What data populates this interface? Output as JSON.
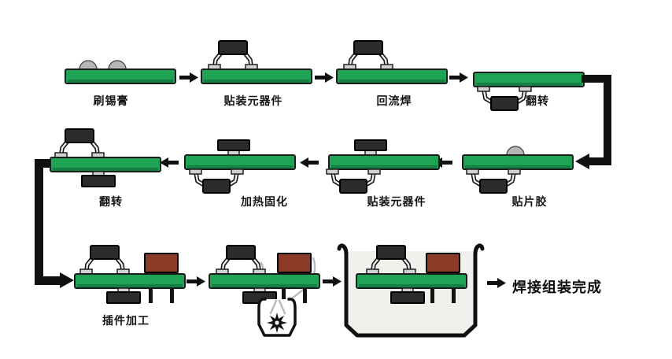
{
  "diagram": {
    "steps": {
      "solder_paste": "刷锡膏",
      "place_components_1": "贴装元器件",
      "reflow": "回流焊",
      "flip_1": "翻转",
      "adhesive": "贴片胶",
      "place_components_2": "贴装元器件",
      "cure": "加热固化",
      "flip_2": "翻转",
      "insert": "插件加工",
      "complete": "焊接组装完成"
    }
  },
  "colors": {
    "pcb-green": "#1fa355",
    "pcb-green-dark": "#148044",
    "component-dark": "#2b2b2b",
    "component-brown": "#8c3a28",
    "pad-gray": "#d2d2d2",
    "dome-gray": "#b6b6b6",
    "arrow-black": "#111111",
    "tank-fill": "#f1f0ec"
  }
}
